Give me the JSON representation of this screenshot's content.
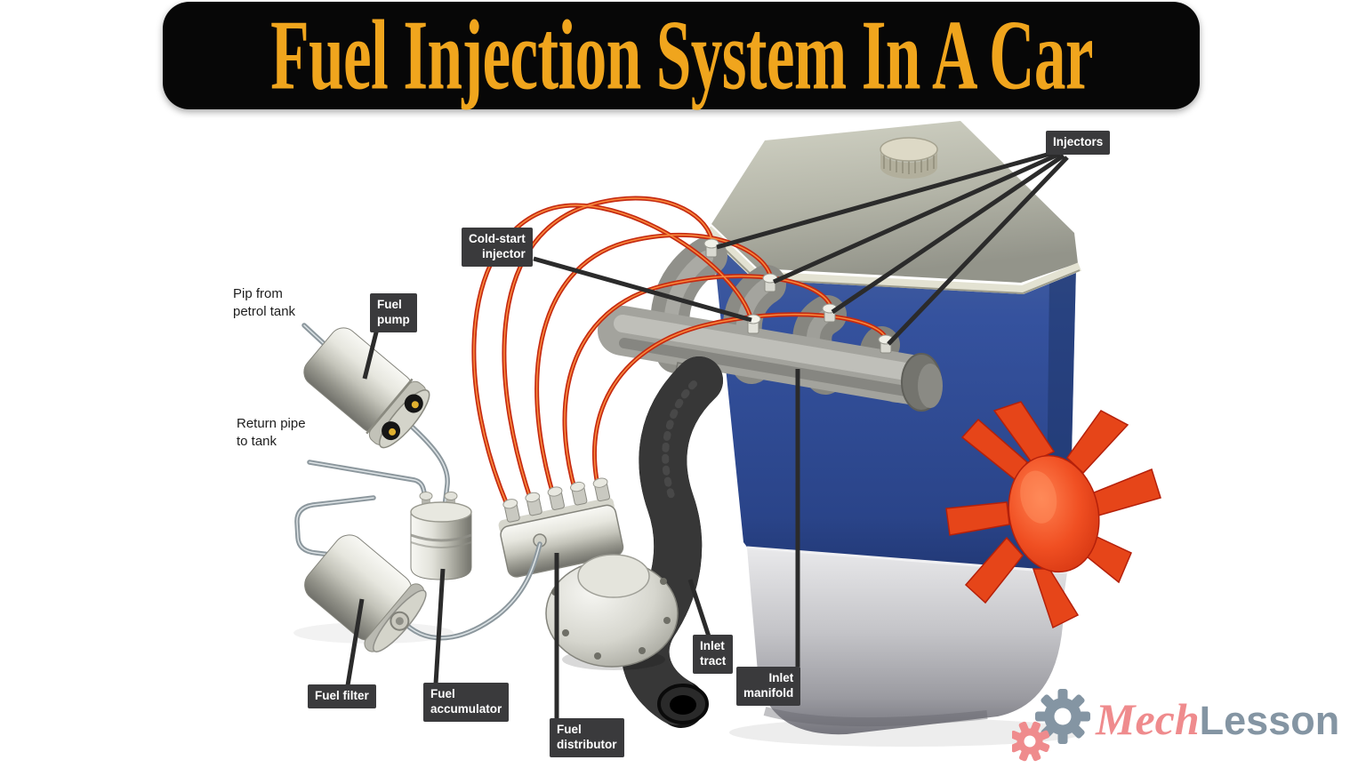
{
  "title": "Fuel Injection System In A Car",
  "callouts": {
    "injectors": "Injectors",
    "cold_start_injector": "Cold-start\ninjector",
    "fuel_pump": "Fuel\npump",
    "fuel_filter": "Fuel filter",
    "fuel_accumulator": "Fuel\naccumulator",
    "fuel_distributor": "Fuel\ndistributor",
    "inlet_tract": "Inlet\ntract",
    "inlet_manifold": "Inlet\nmanifold"
  },
  "plain_labels": {
    "pip_from_petrol_tank": "Pip from\npetrol tank",
    "return_pipe_to_tank": "Return pipe\nto tank"
  },
  "logo": {
    "word1": "Mech",
    "word2": "Lesson"
  },
  "colors": {
    "title_text": "#F0A51D",
    "banner_bg": "#070707",
    "callout_bg": "#3A3A3C",
    "callout_text": "#FFFFFF",
    "engine_blue": "#31529E",
    "cam_cover_gray": "#B7B8AC",
    "fan_red": "#E64519",
    "fuel_line_red": "#C62B12",
    "pipe_steel": "#8D989E",
    "logo_pink": "#EF8B8D",
    "logo_gray": "#8495A3"
  }
}
